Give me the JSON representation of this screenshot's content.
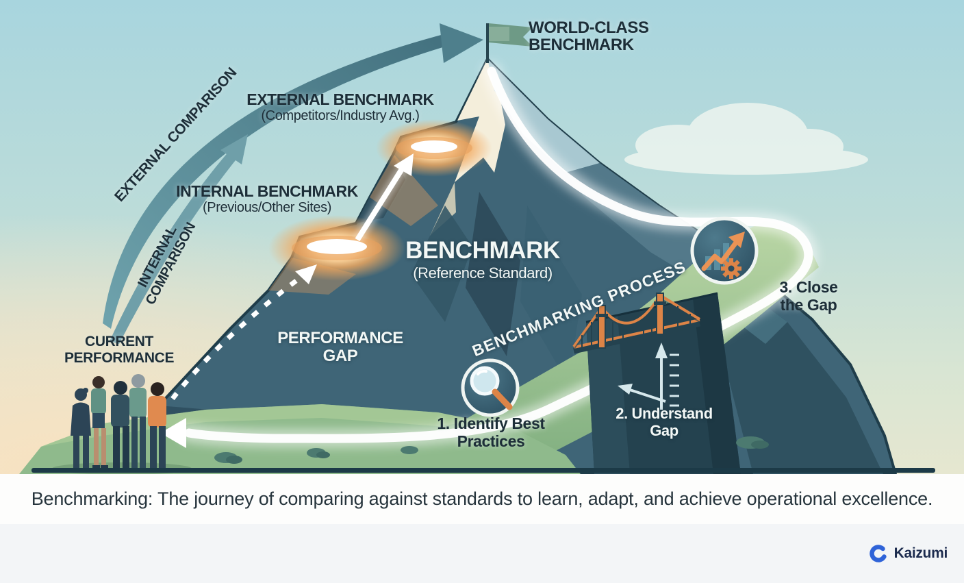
{
  "art": {
    "labels": {
      "world_class": {
        "line1": "WORLD-CLASS",
        "line2": "BENCHMARK"
      },
      "external_benchmark": {
        "title": "EXTERNAL BENCHMARK",
        "subtitle": "(Competitors/Industry Avg.)"
      },
      "internal_benchmark": {
        "title": "INTERNAL BENCHMARK",
        "subtitle": "(Previous/Other Sites)"
      },
      "benchmark": {
        "title": "BENCHMARK",
        "subtitle": "(Reference Standard)"
      },
      "external_comparison": "EXTERNAL COMPARISON",
      "internal_comparison": {
        "line1": "INTERNAL",
        "line2": "COMPARISON"
      },
      "current_performance": {
        "line1": "CURRENT",
        "line2": "PERFORMANCE"
      },
      "performance_gap": {
        "line1": "PERFORMANCE",
        "line2": "GAP"
      },
      "benchmarking_process": "BENCHMARKING PROCESS",
      "step1": {
        "line1": "1. Identify Best",
        "line2": "Practices"
      },
      "step2": {
        "line1": "2. Understand",
        "line2": "Gap"
      },
      "step3": {
        "line1": "3. Close",
        "line2": "the Gap"
      }
    },
    "icons": {
      "flag": "flag-icon",
      "magnifier": "magnifier-icon",
      "growth_chart": "growth-chart-gear-icon",
      "bridge": "bridge-icon",
      "measure": "gap-measure-arrow-icon"
    }
  },
  "caption": {
    "text": "Benchmarking: The journey of comparing against standards to learn, adapt, and achieve operational excellence."
  },
  "footer": {
    "brand": "Kaizumi"
  },
  "colors": {
    "sky_top": "#a8d5de",
    "sky_bottom_peach": "#f8e3c4",
    "mountain_teal": "#3f6577",
    "mountain_dark": "#2c4a59",
    "snow_cream": "#f2ecd9",
    "glow_orange": "#f3a95e",
    "path_white": "#ffffff",
    "green_hill": "#8fba8c",
    "arrow_teal": "#4f7f8d",
    "bridge_orange": "#e18a4c",
    "chasm_dark": "#24424f",
    "text_dark": "#1d2e38",
    "text_light": "#f3f8f6",
    "brand_blue": "#2f63d8",
    "caption_bg": "#fdfdfc",
    "footer_bg": "#f3f5f7"
  }
}
